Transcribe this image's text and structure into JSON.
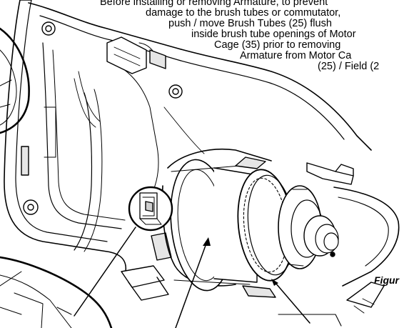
{
  "instruction_lines": [
    "Before installing or removing Armature, to prevent",
    "damage to the brush tubes or commutator,",
    "push / move Brush Tubes (25) flush",
    "inside brush tube openings of Motor",
    "Cage (35) prior to removing",
    "Armature from Motor Ca",
    "(25) / Field (2"
  ],
  "figure_label": "Figur",
  "colors": {
    "line": "#000000",
    "background": "#ffffff",
    "shade": "#e6e6e6",
    "dark_shade": "#cfcfcf"
  },
  "icons": [
    "motor-armature-drawing",
    "housing-drawing",
    "brush-tube-callout-circle"
  ]
}
